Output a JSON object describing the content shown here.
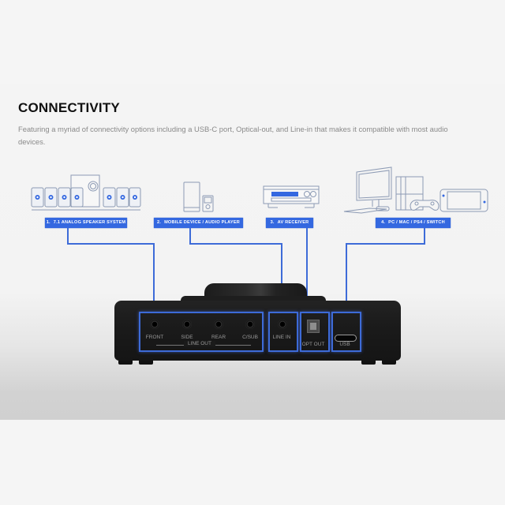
{
  "section": {
    "title": "CONNECTIVITY",
    "description": "Featuring a myriad of connectivity options including a USB-C port, Optical-out, and Line-in that makes it compatible with most audio devices."
  },
  "devices": [
    {
      "num": "1.",
      "label": "7.1 ANALOG SPEAKER SYSTEM",
      "icon": "speaker-system-icon"
    },
    {
      "num": "2.",
      "label": "MOBILE DEVICE / AUDIO PLAYER",
      "icon": "mobile-device-icon"
    },
    {
      "num": "3.",
      "label": "AV RECEIVER",
      "icon": "av-receiver-icon"
    },
    {
      "num": "4.",
      "label": "PC / MAC / PS4 / SWITCH",
      "icon": "pc-console-icon"
    }
  ],
  "ports": {
    "front": "FRONT",
    "side": "SIDE",
    "rear": "REAR",
    "csub": "C/SUB",
    "line_out": "LINE OUT",
    "line_in": "LINE IN",
    "opt_out": "OPT OUT",
    "usb": "USB"
  },
  "colors": {
    "accent": "#3468e0",
    "device_body": "#1b1b1b",
    "background": "#f4f4f4"
  }
}
